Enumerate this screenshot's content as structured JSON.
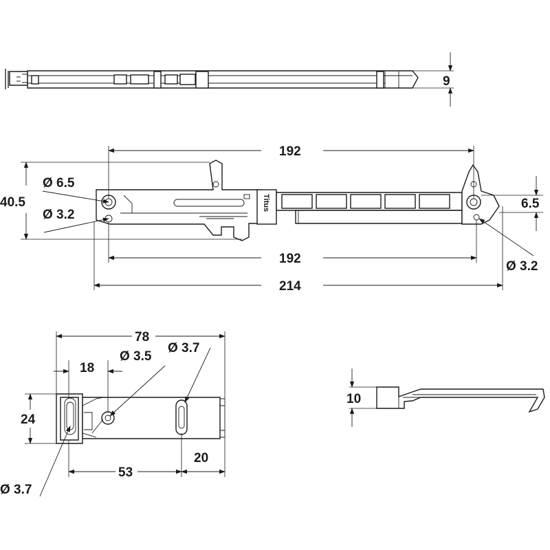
{
  "brand_text": "Titus",
  "top_view": {
    "height_label": "9"
  },
  "main_view": {
    "top_length_label": "192",
    "height_label": "40.5",
    "hole_large_left_label": "Ø 6.5",
    "hole_small_left_label": "Ø 3.2",
    "hole_offset_right_label": "6.5",
    "bottom_length_label": "192",
    "hole_small_right_label": "Ø 3.2",
    "overall_length_label": "214"
  },
  "bracket_view": {
    "width_label": "78",
    "hole_center_label": "Ø 3.5",
    "slot_right_label": "Ø 3.7",
    "offset_label": "18",
    "height_label": "24",
    "spacing_label": "53",
    "end_label": "20",
    "slot_left_label": "Ø 3.7"
  },
  "side_view": {
    "height_label": "10"
  },
  "colors": {
    "line": "#1a1a1a",
    "background": "#ffffff"
  }
}
